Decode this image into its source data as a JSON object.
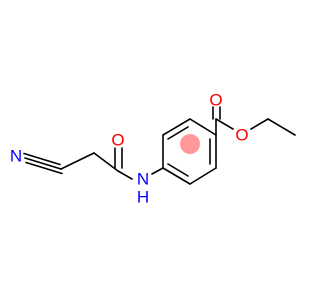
{
  "molecule": {
    "atoms": {
      "nitrile_n": {
        "label": "N",
        "color": "#0000ff"
      },
      "amide_o": {
        "label": "O",
        "color": "#ff0000"
      },
      "amide_n": {
        "label": "N",
        "color": "#0000ff"
      },
      "amide_h": {
        "label": "H",
        "color": "#0000ff"
      },
      "carbonyl_o": {
        "label": "O",
        "color": "#ff0000"
      },
      "ester_o": {
        "label": "O",
        "color": "#ff0000"
      }
    },
    "bond_color": "#000000",
    "highlight_color": "#ff9999"
  }
}
